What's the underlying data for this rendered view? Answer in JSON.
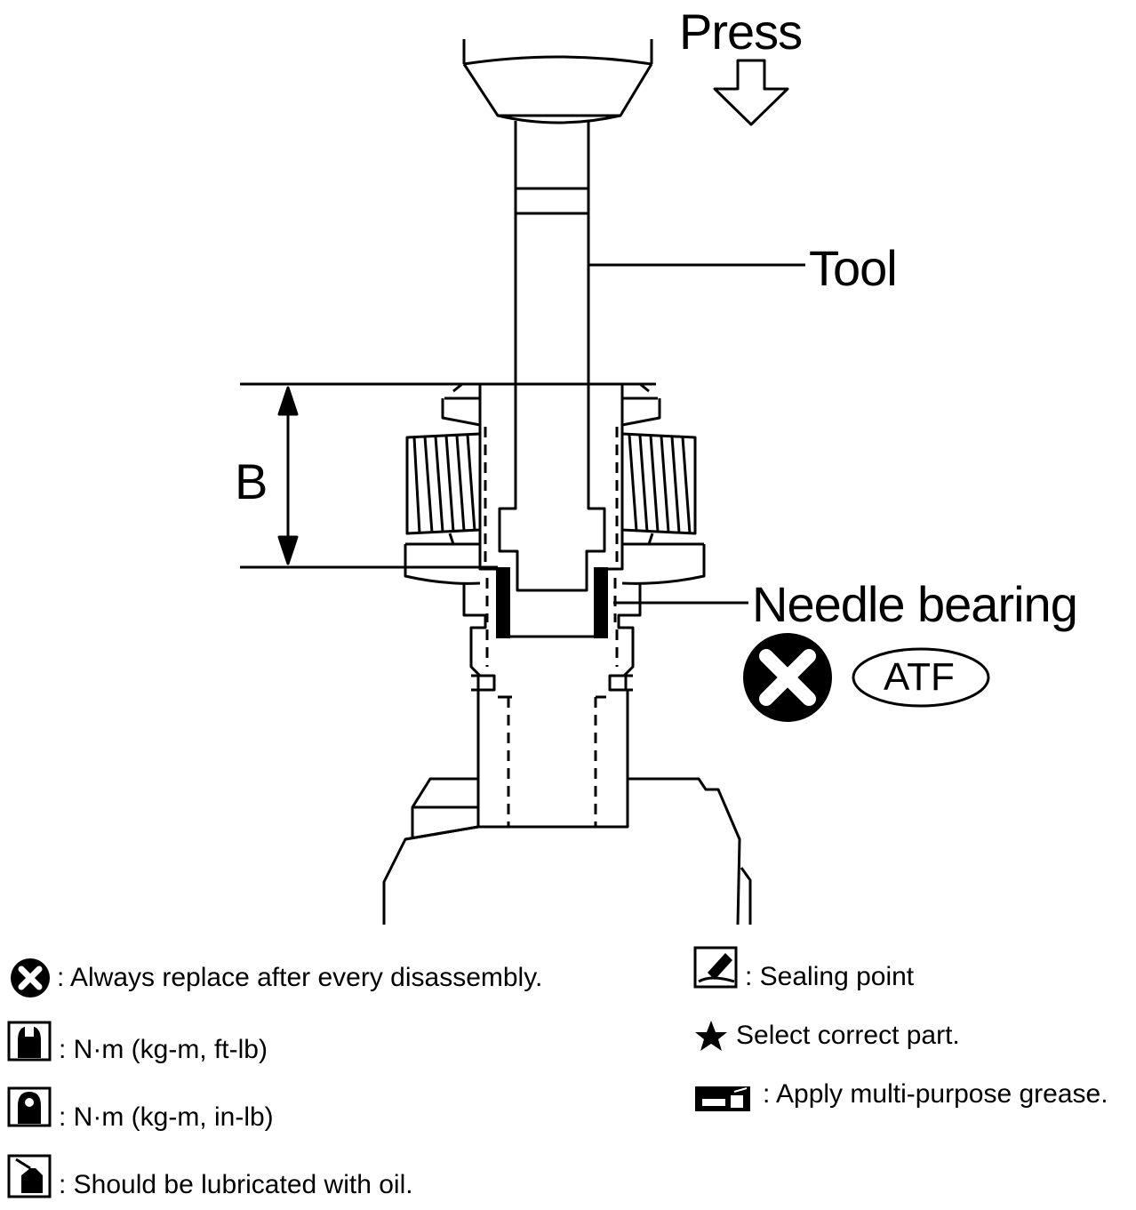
{
  "labels": {
    "press": "Press",
    "tool": "Tool",
    "dimension": "B",
    "needle_bearing": "Needle bearing",
    "atf": "ATF"
  },
  "legend": {
    "always_replace": ": Always replace after every disassembly.",
    "torque_ft_lb": ": N·m (kg-m, ft-lb)",
    "torque_in_lb": ": N·m (kg-m, in-lb)",
    "lubricate_oil": ": Should be lubricated with oil.",
    "sealing_point": ": Sealing point",
    "select_part": "Select correct part.",
    "grease": ": Apply multi-purpose grease."
  },
  "icons": {
    "replace": "replace-x-icon",
    "torque_ft": "wrench-icon",
    "torque_in": "wrench-in-lb-icon",
    "oil": "oil-can-icon",
    "sealing": "sealant-icon",
    "star": "star-icon",
    "grease": "grease-icon"
  },
  "colors": {
    "ink": "#000000",
    "paper": "#ffffff"
  }
}
